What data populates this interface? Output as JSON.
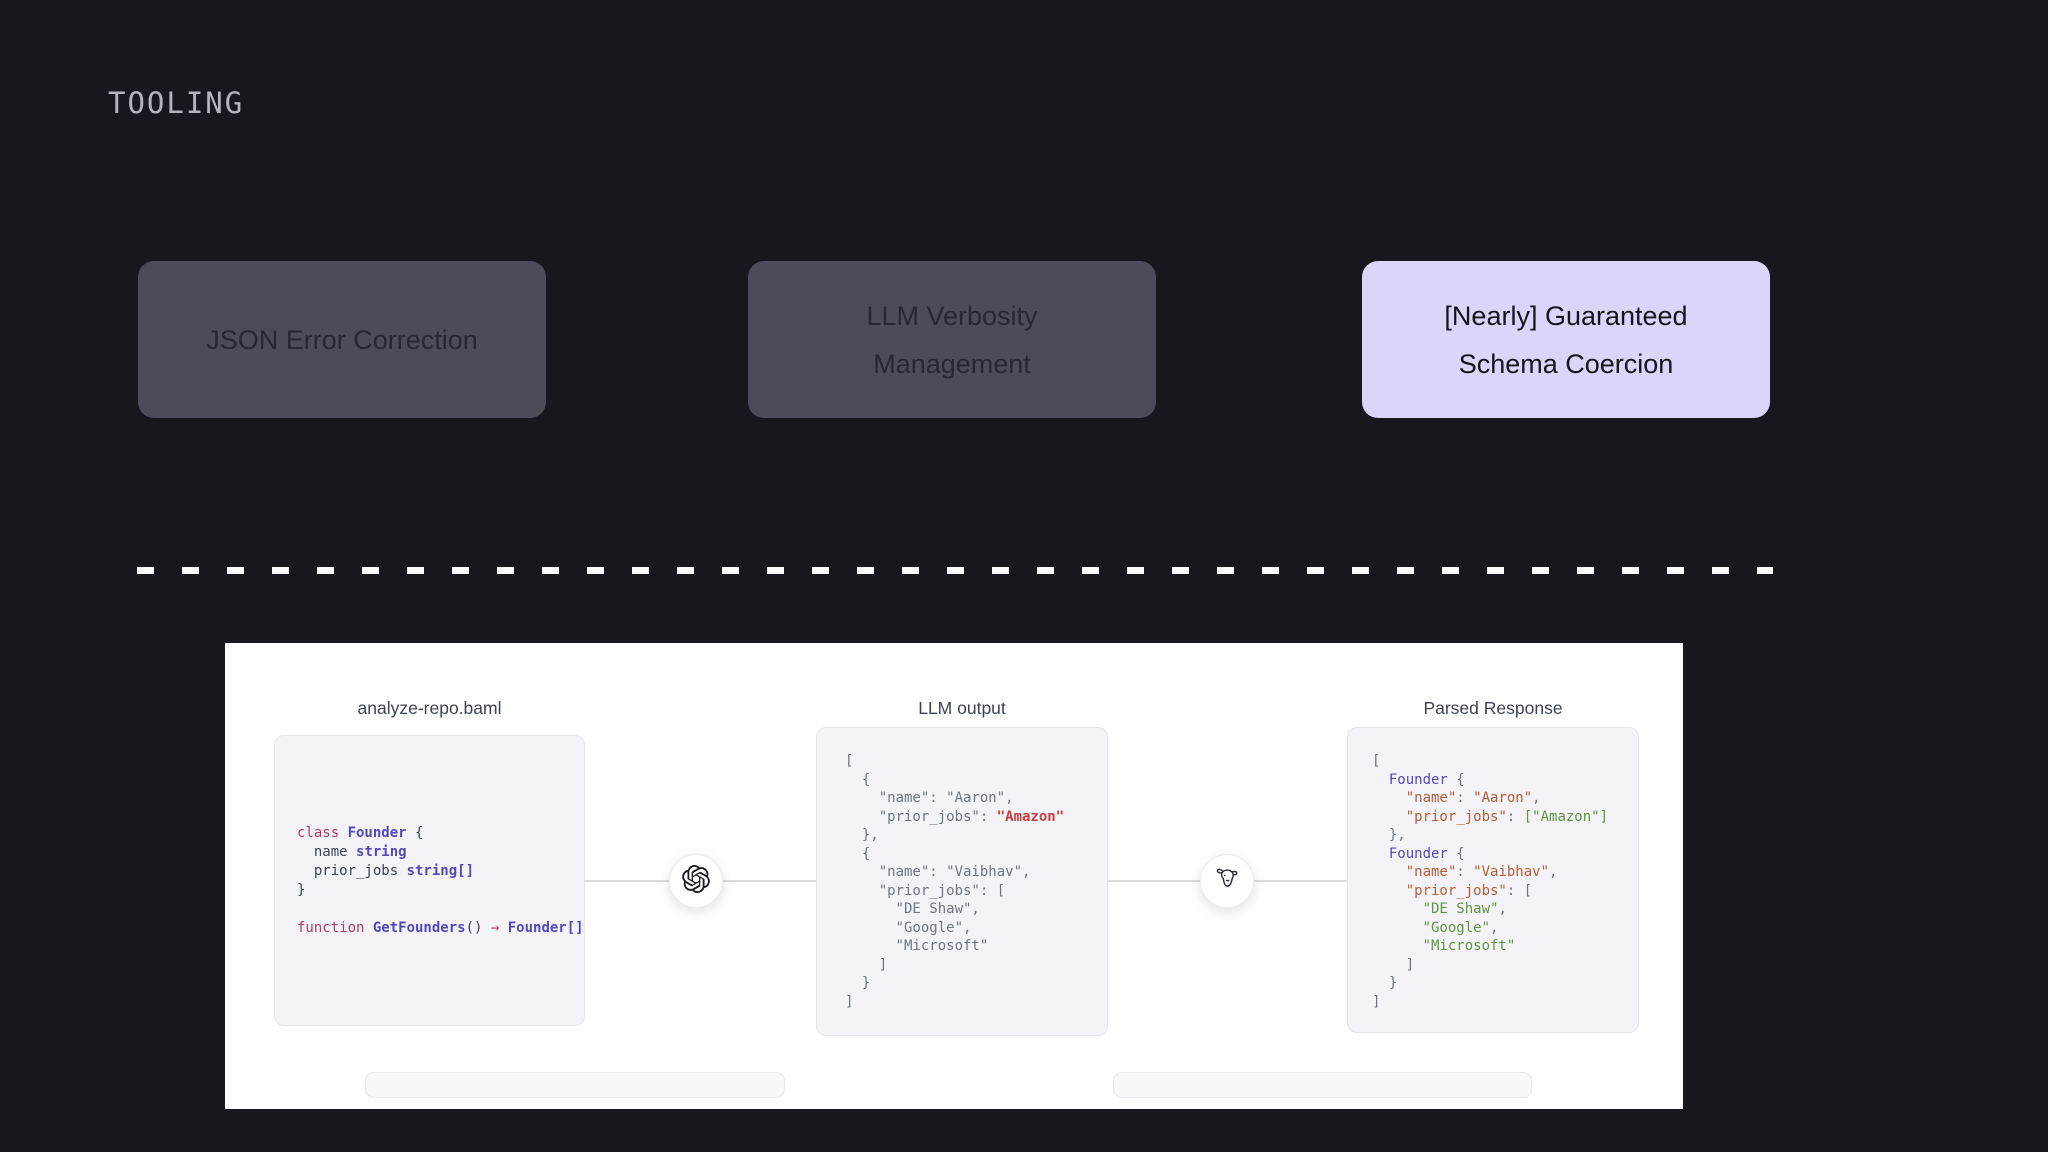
{
  "page": {
    "section_label": "TOOLING"
  },
  "cards": [
    {
      "label": "JSON Error Correction",
      "highlighted": false
    },
    {
      "label": "LLM Verbosity Management",
      "highlighted": false
    },
    {
      "label": "[Nearly] Guaranteed Schema Coercion",
      "highlighted": true
    }
  ],
  "colors": {
    "background": "#17171e",
    "card_muted": "#4b4b5a",
    "card_highlight": "#d9d6f9",
    "panel": "#ffffff",
    "codebox_bg": "#f4f4f8",
    "keyword_rose": "#b53a62",
    "type_indigo": "#5348b8",
    "json_gray": "#6e7580",
    "error_red": "#cc3d3d",
    "key_orange": "#b55c35",
    "string_green": "#619442"
  },
  "diagram": {
    "columns": [
      {
        "title": "analyze-repo.baml"
      },
      {
        "title": "LLM output"
      },
      {
        "title": "Parsed Response"
      }
    ],
    "nodes": [
      {
        "icon": "openai-logo"
      },
      {
        "icon": "baml-lamb-logo"
      }
    ],
    "baml_code": [
      [
        {
          "c": "k",
          "t": "class "
        },
        {
          "c": "t",
          "t": "Founder"
        },
        {
          "c": "p",
          "t": " {"
        }
      ],
      [
        {
          "c": "p",
          "t": "  name "
        },
        {
          "c": "t",
          "t": "string"
        }
      ],
      [
        {
          "c": "p",
          "t": "  prior_jobs "
        },
        {
          "c": "t",
          "t": "string[]"
        }
      ],
      [
        {
          "c": "p",
          "t": "}"
        }
      ],
      [],
      [
        {
          "c": "k",
          "t": "function "
        },
        {
          "c": "t",
          "t": "GetFounders"
        },
        {
          "c": "p",
          "t": "()"
        },
        {
          "c": "k",
          "t": " → "
        },
        {
          "c": "t",
          "t": "Founder[]"
        }
      ]
    ],
    "llm_output_code": [
      [
        {
          "c": "g",
          "t": "["
        }
      ],
      [
        {
          "c": "g",
          "t": "  {"
        }
      ],
      [
        {
          "c": "g",
          "t": "    \"name\": \"Aaron\","
        }
      ],
      [
        {
          "c": "g",
          "t": "    \"prior_jobs\": "
        },
        {
          "c": "r",
          "t": "\"Amazon\""
        }
      ],
      [
        {
          "c": "g",
          "t": "  },"
        }
      ],
      [
        {
          "c": "g",
          "t": "  {"
        }
      ],
      [
        {
          "c": "g",
          "t": "    \"name\": \"Vaibhav\","
        }
      ],
      [
        {
          "c": "g",
          "t": "    \"prior_jobs\": ["
        }
      ],
      [
        {
          "c": "g",
          "t": "      \"DE Shaw\","
        }
      ],
      [
        {
          "c": "g",
          "t": "      \"Google\","
        }
      ],
      [
        {
          "c": "g",
          "t": "      \"Microsoft\""
        }
      ],
      [
        {
          "c": "g",
          "t": "    ]"
        }
      ],
      [
        {
          "c": "g",
          "t": "  }"
        }
      ],
      [
        {
          "c": "g",
          "t": "]"
        }
      ]
    ],
    "parsed_response_code": [
      [
        {
          "c": "g",
          "t": "["
        }
      ],
      [
        {
          "c": "g",
          "t": "  "
        },
        {
          "c": "pu",
          "t": "Founder"
        },
        {
          "c": "g",
          "t": " {"
        }
      ],
      [
        {
          "c": "g",
          "t": "    "
        },
        {
          "c": "o",
          "t": "\"name\""
        },
        {
          "c": "g",
          "t": ": "
        },
        {
          "c": "o",
          "t": "\"Aaron\""
        },
        {
          "c": "g",
          "t": ","
        }
      ],
      [
        {
          "c": "g",
          "t": "    "
        },
        {
          "c": "o",
          "t": "\"prior_jobs\""
        },
        {
          "c": "g",
          "t": ": "
        },
        {
          "c": "gr",
          "t": "[\"Amazon\"]"
        }
      ],
      [
        {
          "c": "g",
          "t": "  },"
        }
      ],
      [
        {
          "c": "g",
          "t": "  "
        },
        {
          "c": "pu",
          "t": "Founder"
        },
        {
          "c": "g",
          "t": " {"
        }
      ],
      [
        {
          "c": "g",
          "t": "    "
        },
        {
          "c": "o",
          "t": "\"name\""
        },
        {
          "c": "g",
          "t": ": "
        },
        {
          "c": "o",
          "t": "\"Vaibhav\""
        },
        {
          "c": "g",
          "t": ","
        }
      ],
      [
        {
          "c": "g",
          "t": "    "
        },
        {
          "c": "o",
          "t": "\"prior_jobs\""
        },
        {
          "c": "g",
          "t": ": ["
        }
      ],
      [
        {
          "c": "g",
          "t": "      "
        },
        {
          "c": "gr",
          "t": "\"DE Shaw\""
        },
        {
          "c": "g",
          "t": ","
        }
      ],
      [
        {
          "c": "g",
          "t": "      "
        },
        {
          "c": "gr",
          "t": "\"Google\""
        },
        {
          "c": "g",
          "t": ","
        }
      ],
      [
        {
          "c": "g",
          "t": "      "
        },
        {
          "c": "gr",
          "t": "\"Microsoft\""
        }
      ],
      [
        {
          "c": "g",
          "t": "    ]"
        }
      ],
      [
        {
          "c": "g",
          "t": "  }"
        }
      ],
      [
        {
          "c": "g",
          "t": "]"
        }
      ]
    ]
  }
}
